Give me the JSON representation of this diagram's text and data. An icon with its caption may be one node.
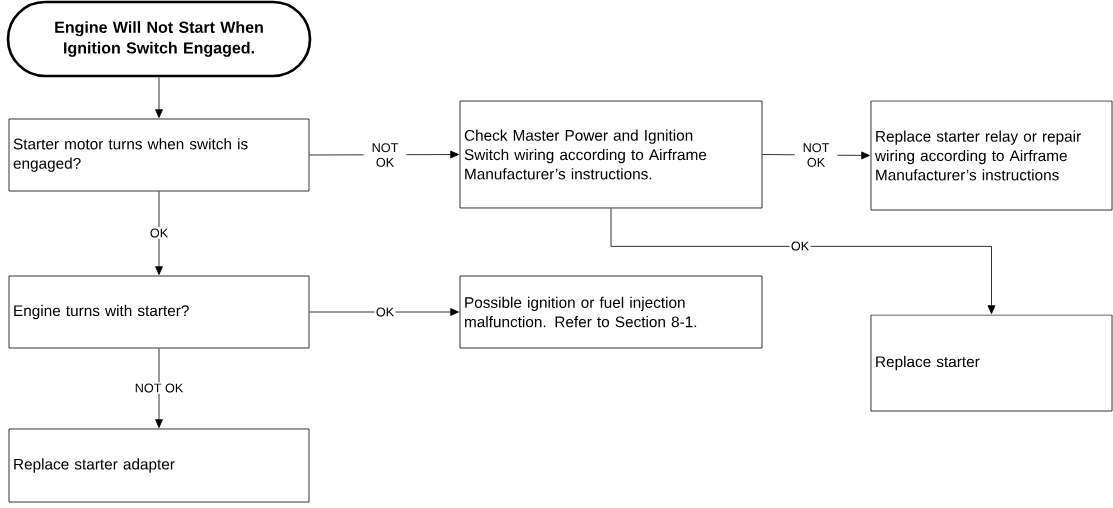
{
  "diagram": {
    "nodes": [
      {
        "text": [
          "Engine Will Not Start When Ignition Switch Engaged."
        ]
      },
      {
        "text": [
          "Starter motor turns when switch is engaged?"
        ]
      },
      {
        "text": [
          "Check Master Power and Ignition Switch wiring according to Airframe Manufacturer’s instructions."
        ]
      },
      {
        "text": [
          "Replace starter relay or repair wiring according to Airframe Manufacturer’s instructions"
        ]
      },
      {
        "text": [
          "Engine turns with starter?"
        ]
      },
      {
        "text": [
          "Possible ignition or fuel injection malfunction. Refer to Section 8-1."
        ]
      },
      {
        "text": [
          "Replace starter"
        ]
      },
      {
        "text": [
          "Replace starter adapter"
        ]
      }
    ],
    "edges": [
      {
        "from": 0,
        "to": 1,
        "arrow": "to"
      },
      {
        "from": 1,
        "to": 2,
        "arrow": "to",
        "label": "NOT OK"
      },
      {
        "from": 2,
        "to": 3,
        "arrow": "to",
        "label": "NOT OK"
      },
      {
        "from": 2,
        "to": 6,
        "arrow": "to",
        "label": "OK"
      },
      {
        "from": 1,
        "to": 4,
        "arrow": "to",
        "label": "OK"
      },
      {
        "from": 4,
        "to": 5,
        "arrow": "to",
        "label": "OK"
      },
      {
        "from": 4,
        "to": 7,
        "arrow": "to",
        "label": "NOT OK"
      }
    ]
  }
}
